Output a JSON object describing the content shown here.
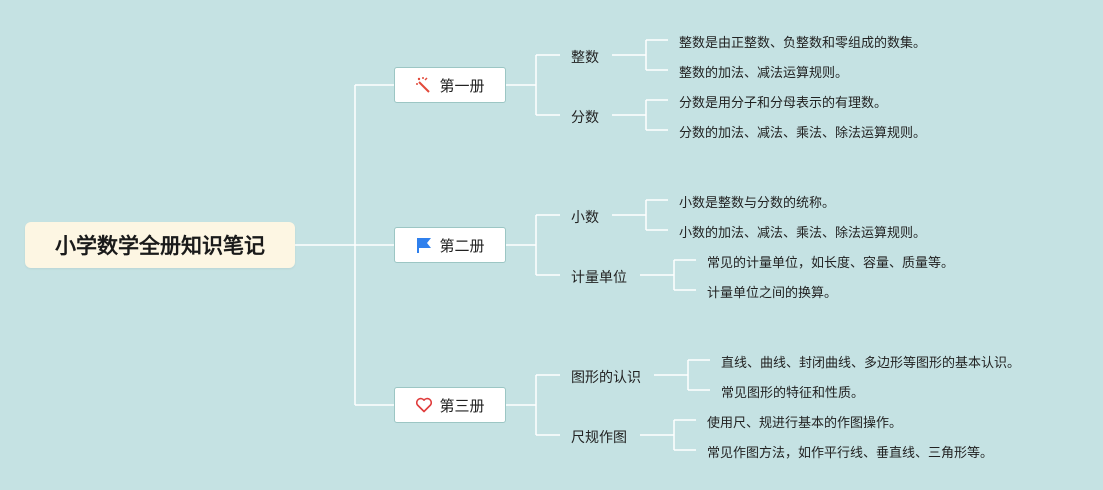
{
  "root": {
    "title": "小学数学全册知识笔记"
  },
  "books": [
    {
      "label": "第一册",
      "icon": "magic-wand-icon",
      "topics": [
        {
          "label": "整数",
          "points": [
            "整数是由正整数、负整数和零组成的数集。",
            "整数的加法、减法运算规则。"
          ]
        },
        {
          "label": "分数",
          "points": [
            "分数是用分子和分母表示的有理数。",
            "分数的加法、减法、乘法、除法运算规则。"
          ]
        }
      ]
    },
    {
      "label": "第二册",
      "icon": "flag-icon",
      "topics": [
        {
          "label": "小数",
          "points": [
            "小数是整数与分数的统称。",
            "小数的加法、减法、乘法、除法运算规则。"
          ]
        },
        {
          "label": "计量单位",
          "points": [
            "常见的计量单位，如长度、容量、质量等。",
            "计量单位之间的换算。"
          ]
        }
      ]
    },
    {
      "label": "第三册",
      "icon": "heart-icon",
      "topics": [
        {
          "label": "图形的认识",
          "points": [
            "直线、曲线、封闭曲线、多边形等图形的基本认识。",
            "常见图形的特征和性质。"
          ]
        },
        {
          "label": "尺规作图",
          "points": [
            "使用尺、规进行基本的作图操作。",
            "常见作图方法，如作平行线、垂直线、三角形等。"
          ]
        }
      ]
    }
  ],
  "colors": {
    "background": "#c5e2e3",
    "line": "#ffffff",
    "root_bg": "#fdf6e3",
    "node_border": "#9cc6c4",
    "wand": "#e24a3b",
    "flag": "#2f80ed",
    "heart": "#e03c3c"
  }
}
